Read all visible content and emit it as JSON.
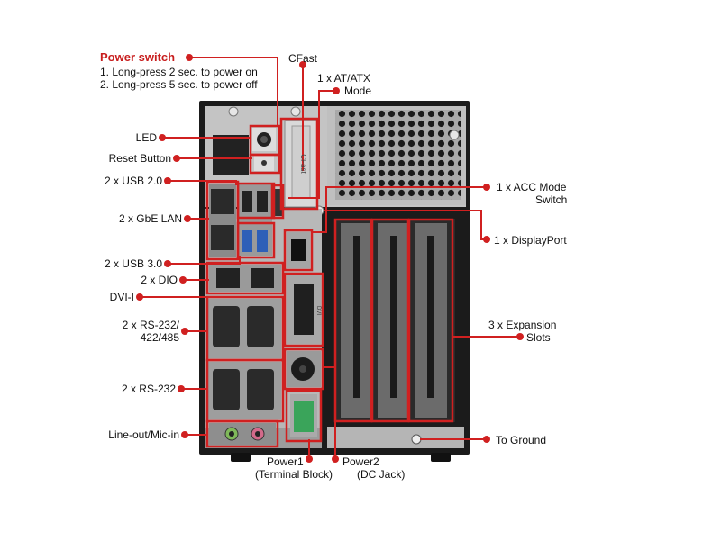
{
  "labels": {
    "power_switch": "Power switch",
    "power_line1": "1. Long-press 2 sec. to power on",
    "power_line2": "2. Long-press 5 sec. to power off",
    "cfast": "CFast",
    "at_atx_1": "1 x AT/ATX",
    "at_atx_2": "Mode",
    "led": "LED",
    "reset": "Reset Button",
    "usb20": "2 x USB 2.0",
    "gbe_lan": "2 x GbE LAN",
    "usb30": "2 x USB 3.0",
    "dio": "2 x DIO",
    "dvi": "DVI-I",
    "rs232_485_1": "2 x RS-232/",
    "rs232_485_2": "422/485",
    "rs232": "2 x RS-232",
    "lineout": "Line-out/Mic-in",
    "power1_1": "Power1",
    "power1_2": "(Terminal Block)",
    "power2_1": "Power2",
    "power2_2": "(DC Jack)",
    "acc_1": "1 x ACC Mode",
    "acc_2": "Switch",
    "displayport": "1 x DisplayPort",
    "expansion_1": "3 x Expansion",
    "expansion_2": "Slots",
    "ground": "To Ground"
  },
  "device_labels": {
    "cfast_card": "CFast",
    "dvi_text": "DVI"
  },
  "colors": {
    "accent": "#c81e1e",
    "chassis_dark": "#1c1c1c",
    "chassis_panel": "#bdbdbd",
    "line": "#d02020"
  }
}
